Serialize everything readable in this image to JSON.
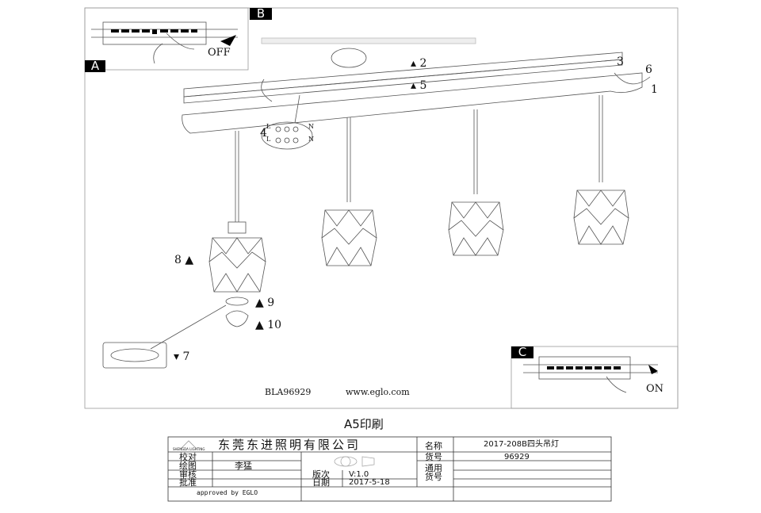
{
  "drawing": {
    "inset_labels": {
      "a": "A",
      "b": "B",
      "c": "C"
    },
    "switch_off": "OFF",
    "switch_on": "ON",
    "callouts": [
      "1",
      "2",
      "3",
      "4",
      "5",
      "6",
      "7",
      "8",
      "9",
      "10"
    ],
    "terminal_labels": {
      "l": "L",
      "n": "N"
    },
    "footer_text": "BLA96929",
    "website": "www.eglo.com"
  },
  "print_size": "A5印刷",
  "title_block": {
    "logo_text": "SHENGDA LIGHTING",
    "company": "东莞东进照明有限公司",
    "name_label": "名称",
    "name_value": "2017-208B四头吊灯",
    "item_no_label": "货号",
    "item_no_value": "96929",
    "check_label": "校对",
    "draw_label": "绘图",
    "draw_value": "李猛",
    "review_label": "审核",
    "approve_label": "批准",
    "version_label": "版次",
    "version_value": "V:1.0",
    "date_label": "日期",
    "date_value": "2017-5-18",
    "general_no_label_1": "通用",
    "general_no_label_2": "货号",
    "approved_by": "approved by EGLO"
  }
}
